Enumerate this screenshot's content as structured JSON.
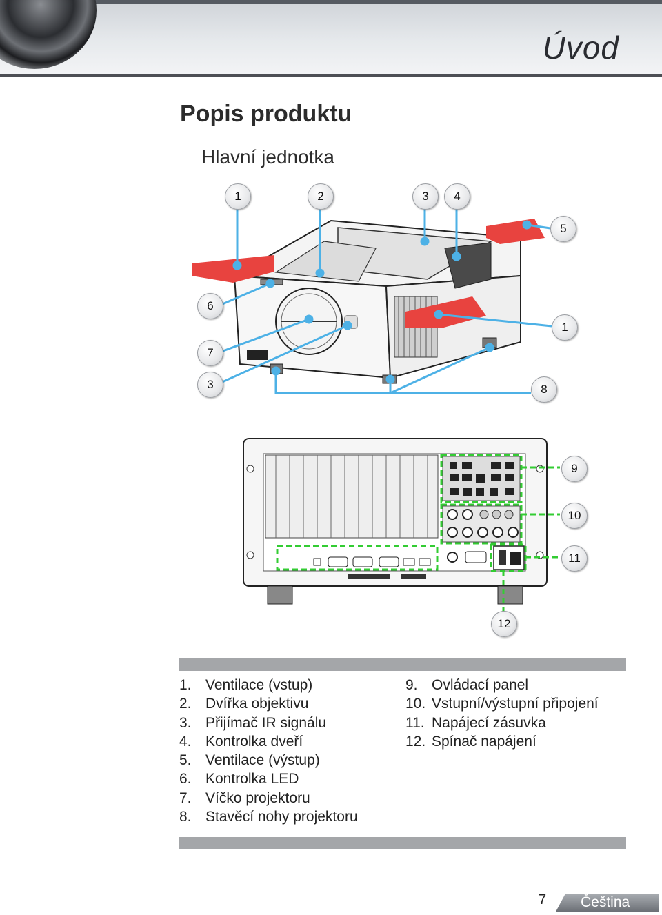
{
  "header": {
    "section_title": "Úvod"
  },
  "page": {
    "heading": "Popis produktu",
    "subheading": "Hlavní jednotka"
  },
  "callouts": {
    "top1": "1",
    "top2": "2",
    "top3": "3",
    "top4": "4",
    "top5": "5",
    "side6": "6",
    "side1": "1",
    "side7": "7",
    "side3": "3",
    "side8": "8",
    "rear9": "9",
    "rear10": "10",
    "rear11": "11",
    "rear12": "12"
  },
  "legend_left": [
    {
      "num": "1.",
      "label": "Ventilace (vstup)"
    },
    {
      "num": "2.",
      "label": "Dvířka objektivu"
    },
    {
      "num": "3.",
      "label": "Přijímač IR signálu"
    },
    {
      "num": "4.",
      "label": "Kontrolka dveří"
    },
    {
      "num": "5.",
      "label": "Ventilace (výstup)"
    },
    {
      "num": "6.",
      "label": "Kontrolka LED"
    },
    {
      "num": "7.",
      "label": "Víčko projektoru"
    },
    {
      "num": "8.",
      "label": "Stavěcí nohy projektoru"
    }
  ],
  "legend_right": [
    {
      "num": "9.",
      "label": "Ovládací panel"
    },
    {
      "num": "10.",
      "label": "Vstupní/výstupní připojení"
    },
    {
      "num": "11.",
      "label": "Napájecí zásuvka"
    },
    {
      "num": "12.",
      "label": "Spínač napájení"
    }
  ],
  "footer": {
    "page_number": "7",
    "language": "Čeština"
  },
  "colors": {
    "accent_green": "#33cc33",
    "callout_line": "#4db1e6",
    "vent_arrow": "#e8433f",
    "legend_bar": "#a4a6a9"
  }
}
